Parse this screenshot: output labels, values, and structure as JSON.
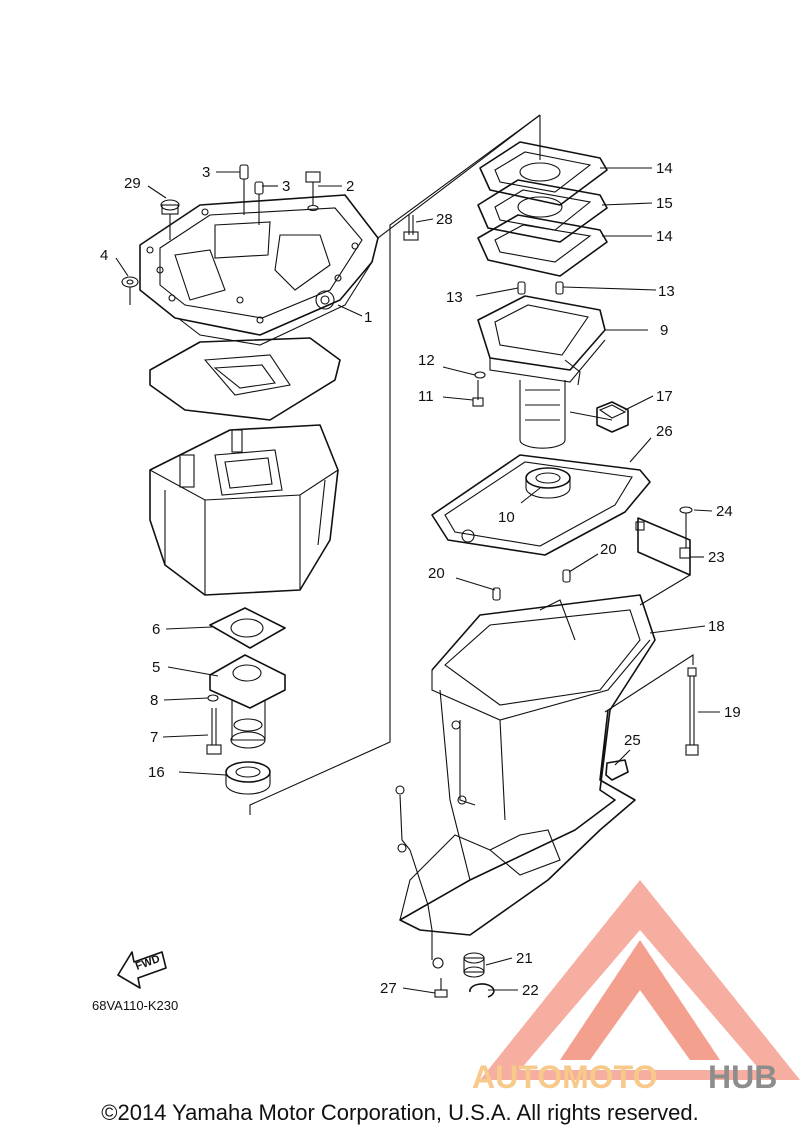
{
  "diagram": {
    "drawing_code": "68VA110-K230",
    "fwd_label": "FWD",
    "copyright": "©2014 Yamaha Motor Corporation, U.S.A. All rights reserved.",
    "watermark": {
      "text_part1": "AUTOMOTO",
      "text_part2": "HUB",
      "color_main": "#f4a08f",
      "color_accent": "#f7c98a",
      "color_dark": "#8d8d8d"
    },
    "callouts": [
      {
        "id": "c1",
        "label": "1"
      },
      {
        "id": "c2",
        "label": "2"
      },
      {
        "id": "c3a",
        "label": "3"
      },
      {
        "id": "c3b",
        "label": "3"
      },
      {
        "id": "c4",
        "label": "4"
      },
      {
        "id": "c5",
        "label": "5"
      },
      {
        "id": "c6",
        "label": "6"
      },
      {
        "id": "c7",
        "label": "7"
      },
      {
        "id": "c8",
        "label": "8"
      },
      {
        "id": "c9",
        "label": "9"
      },
      {
        "id": "c10",
        "label": "10"
      },
      {
        "id": "c11",
        "label": "11"
      },
      {
        "id": "c12",
        "label": "12"
      },
      {
        "id": "c13a",
        "label": "13"
      },
      {
        "id": "c13b",
        "label": "13"
      },
      {
        "id": "c14a",
        "label": "14"
      },
      {
        "id": "c14b",
        "label": "14"
      },
      {
        "id": "c15",
        "label": "15"
      },
      {
        "id": "c16",
        "label": "16"
      },
      {
        "id": "c17",
        "label": "17"
      },
      {
        "id": "c18",
        "label": "18"
      },
      {
        "id": "c19",
        "label": "19"
      },
      {
        "id": "c20a",
        "label": "20"
      },
      {
        "id": "c20b",
        "label": "20"
      },
      {
        "id": "c21",
        "label": "21"
      },
      {
        "id": "c22",
        "label": "22"
      },
      {
        "id": "c23",
        "label": "23"
      },
      {
        "id": "c24",
        "label": "24"
      },
      {
        "id": "c25",
        "label": "25"
      },
      {
        "id": "c26",
        "label": "26"
      },
      {
        "id": "c27",
        "label": "27"
      },
      {
        "id": "c28",
        "label": "28"
      },
      {
        "id": "c29",
        "label": "29"
      }
    ]
  }
}
